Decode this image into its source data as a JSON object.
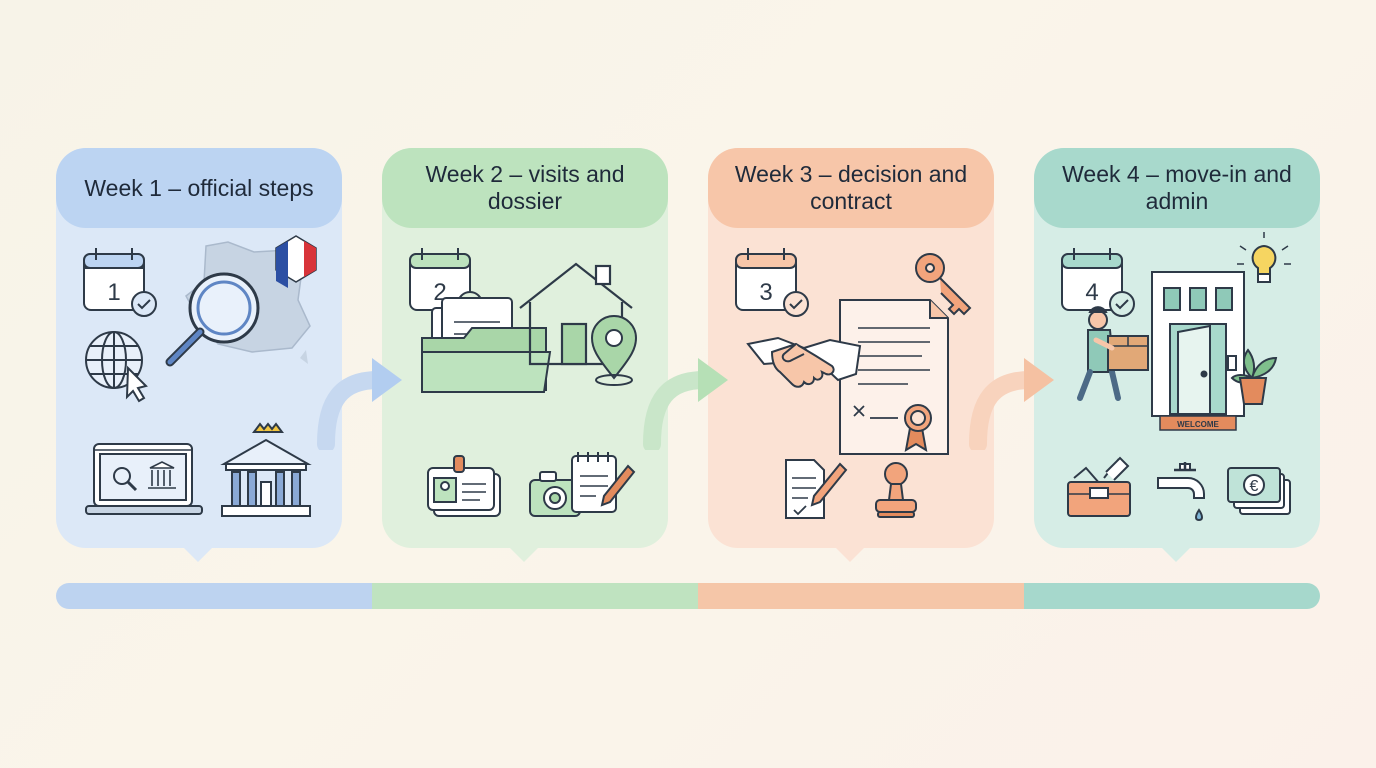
{
  "weeks": [
    {
      "title": "Week 1 – official steps",
      "calendar_number": "1",
      "color": "#bcd4f2"
    },
    {
      "title": "Week 2 – visits and dossier",
      "calendar_number": "2",
      "color": "#bde3be"
    },
    {
      "title": "Week 3 – decision and contract",
      "calendar_number": "3",
      "color": "#f7c6a9"
    },
    {
      "title": "Week 4 – move-in and admin",
      "calendar_number": "4",
      "color": "#a8d9cc"
    }
  ],
  "labels": {
    "doormat": "WELCOME",
    "currency_symbol": "€"
  },
  "icons": {
    "week1": [
      "calendar-check-icon",
      "france-map-icon",
      "france-flag-icon",
      "magnifier-icon",
      "globe-cursor-icon",
      "laptop-search-icon",
      "prefecture-building-icon"
    ],
    "week2": [
      "calendar-check-icon",
      "folder-documents-icon",
      "house-icon",
      "location-pin-icon",
      "id-card-icon",
      "camera-icon",
      "notepad-pen-icon"
    ],
    "week3": [
      "calendar-check-icon",
      "handshake-icon",
      "key-icon",
      "contract-seal-icon",
      "sign-document-icon",
      "stamp-icon"
    ],
    "week4": [
      "calendar-check-icon",
      "mover-box-icon",
      "building-door-icon",
      "lightbulb-icon",
      "plant-icon",
      "toolbox-icon",
      "water-tap-icon",
      "euro-banknote-icon"
    ]
  },
  "timeline_colors": [
    "#bdd3f0",
    "#bfe3c0",
    "#f5c6a8",
    "#a6d8cc"
  ]
}
